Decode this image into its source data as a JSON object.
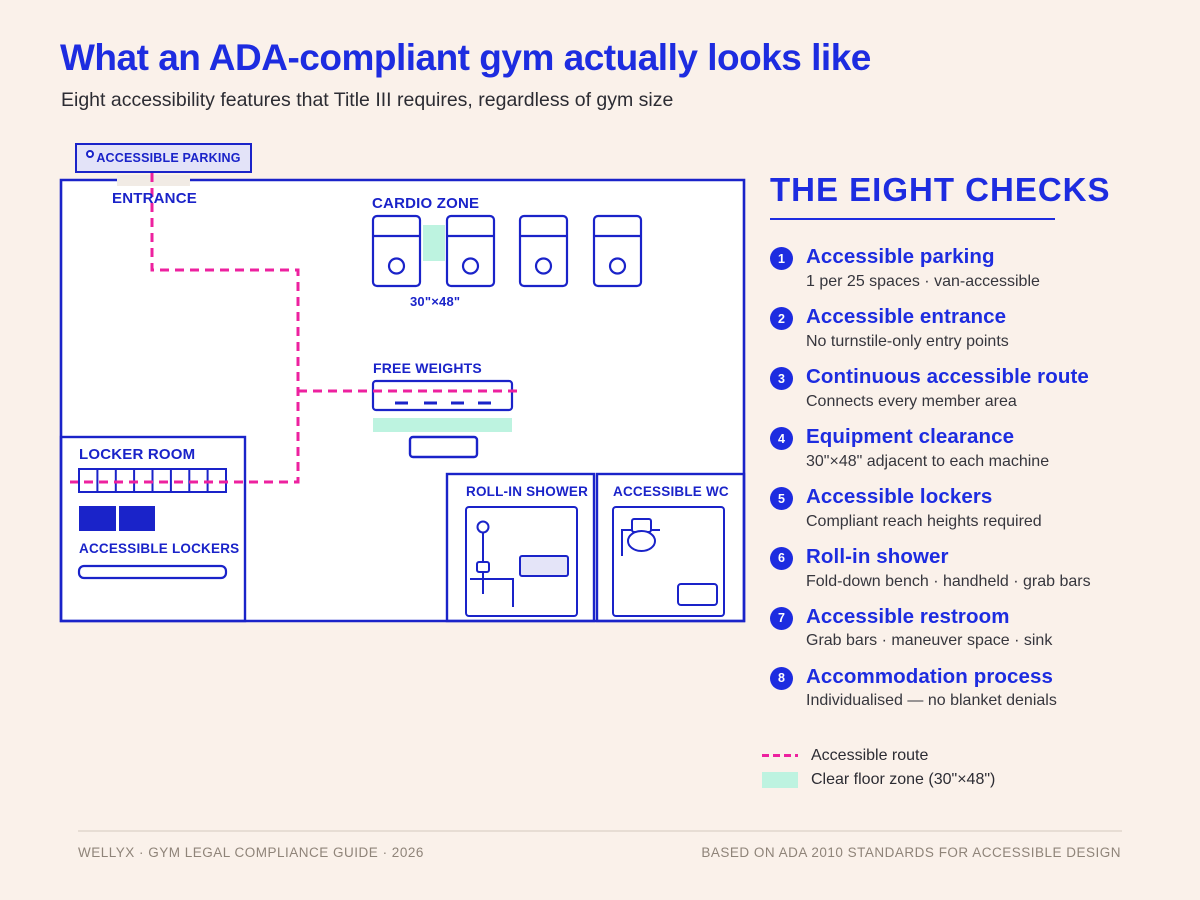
{
  "header": {
    "title": "What an ADA-compliant gym actually looks like",
    "subtitle": "Eight accessibility features that Title III requires, regardless of gym size"
  },
  "plan": {
    "parking_label": "ACCESSIBLE PARKING",
    "labels": {
      "entrance": "ENTRANCE",
      "cardio_zone": "CARDIO ZONE",
      "clearance_dim": "30\"×48\"",
      "free_weights": "FREE WEIGHTS",
      "locker_room": "LOCKER ROOM",
      "accessible_lockers": "ACCESSIBLE LOCKERS",
      "roll_in_shower": "ROLL-IN SHOWER",
      "accessible_wc": "ACCESSIBLE WC"
    }
  },
  "checks": {
    "heading": "THE EIGHT CHECKS",
    "items": [
      {
        "number": "1",
        "title": "Accessible parking",
        "desc": "1 per 25 spaces · van-accessible"
      },
      {
        "number": "2",
        "title": "Accessible entrance",
        "desc": "No turnstile-only entry points"
      },
      {
        "number": "3",
        "title": "Continuous accessible route",
        "desc": "Connects every member area"
      },
      {
        "number": "4",
        "title": "Equipment clearance",
        "desc": "30\"×48\" adjacent to each machine"
      },
      {
        "number": "5",
        "title": "Accessible lockers",
        "desc": "Compliant reach heights required"
      },
      {
        "number": "6",
        "title": "Roll-in shower",
        "desc": "Fold-down bench · handheld · grab bars"
      },
      {
        "number": "7",
        "title": "Accessible restroom",
        "desc": "Grab bars · maneuver space · sink"
      },
      {
        "number": "8",
        "title": "Accommodation process",
        "desc": "Individualised — no blanket denials"
      }
    ]
  },
  "legend": {
    "route_label": "Accessible route",
    "clear_zone_label": "Clear floor zone (30\"×48\")"
  },
  "footer": {
    "left": "WELLYX · GYM LEGAL COMPLIANCE GUIDE · 2026",
    "right": "BASED ON ADA 2010 STANDARDS FOR ACCESSIBLE DESIGN"
  },
  "colors": {
    "background": "#faf1ea",
    "heading_blue": "#1d2ce0",
    "plan_blue": "#1a23c9",
    "route_pink": "#ed219f",
    "clear_zone_teal": "#bdf3e0",
    "parking_fill": "#e3e3f8",
    "bench_fill": "#e4e4f8",
    "text_dark": "#2c2c33",
    "muted": "#8f8479",
    "divider": "#e7ddd4"
  }
}
